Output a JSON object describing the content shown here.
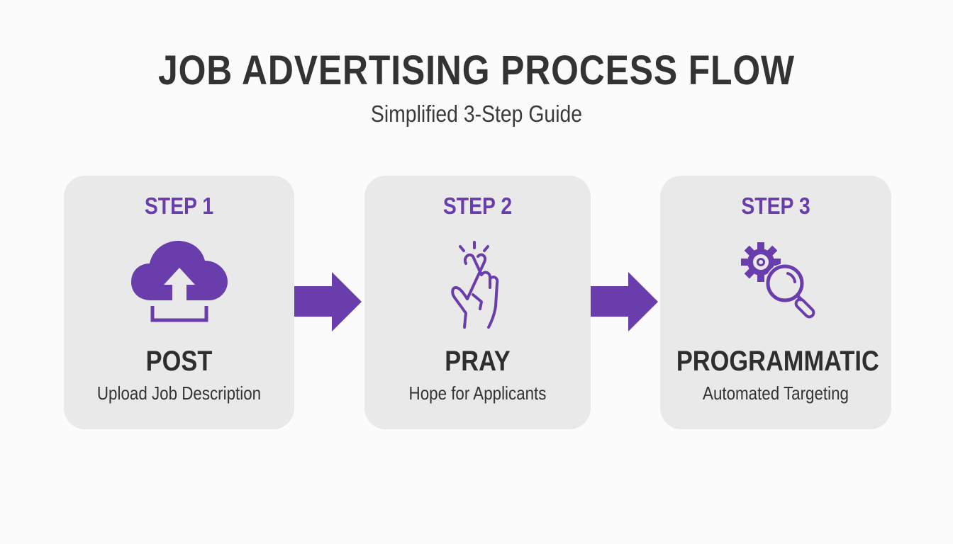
{
  "header": {
    "title": "JOB ADVERTISING PROCESS FLOW",
    "subtitle": "Simplified 3-Step Guide"
  },
  "colors": {
    "accent": "#6a3dad",
    "card_bg": "#e9e9e9",
    "text": "#333333",
    "page_bg": "#fbfbfb"
  },
  "steps": [
    {
      "step": "STEP 1",
      "name": "POST",
      "description": "Upload Job Description",
      "icon": "cloud-upload-icon"
    },
    {
      "step": "STEP 2",
      "name": "PRAY",
      "description": "Hope for Applicants",
      "icon": "crossed-fingers-icon"
    },
    {
      "step": "STEP 3",
      "name": "PROGRAMMATIC",
      "description": "Automated Targeting",
      "icon": "gear-search-icon"
    }
  ],
  "connectors": [
    "arrow-right",
    "arrow-right"
  ]
}
